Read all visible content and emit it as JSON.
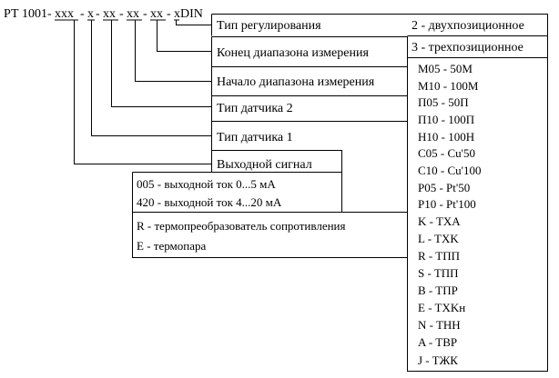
{
  "code": {
    "prefix": "РТ 1001-",
    "segments": [
      "xxx",
      "-",
      "x",
      "-",
      "xx",
      "-",
      "xx",
      "-",
      "xx",
      "-",
      "x"
    ],
    "suffix": " DIN"
  },
  "labels": {
    "regulation_type": "Тип регулирования",
    "range_end": "Конец диапазона измерения",
    "range_start": "Начало диапазона измерения",
    "sensor_type_2": "Тип датчика 2",
    "sensor_type_1": "Тип датчика 1",
    "output_signal": "Выходной сигнал"
  },
  "regulation_options": [
    "2 - двухпозиционное",
    "3 - трехпозиционное"
  ],
  "output_options": [
    "005 - выходной ток 0...5 мА",
    "420 - выходной ток 4...20 мА"
  ],
  "sensor_options": [
    "R - термопреобразователь сопротивления",
    "E - термопара"
  ],
  "range_options": [
    "M05 - 50M",
    "M10 - 100M",
    "П05 - 50П",
    "П10 - 100П",
    "H10 - 100H",
    "C05 - Cu'50",
    "C10 - Cu'100",
    "P05 - Pt'50",
    "P10 - Pt'100",
    "K - TXA",
    "L - TXK",
    "R - TПП",
    "S - TПП",
    "B - TПР",
    "E - TXKн",
    "N - THH",
    "A - TBP",
    "J - TЖК"
  ]
}
